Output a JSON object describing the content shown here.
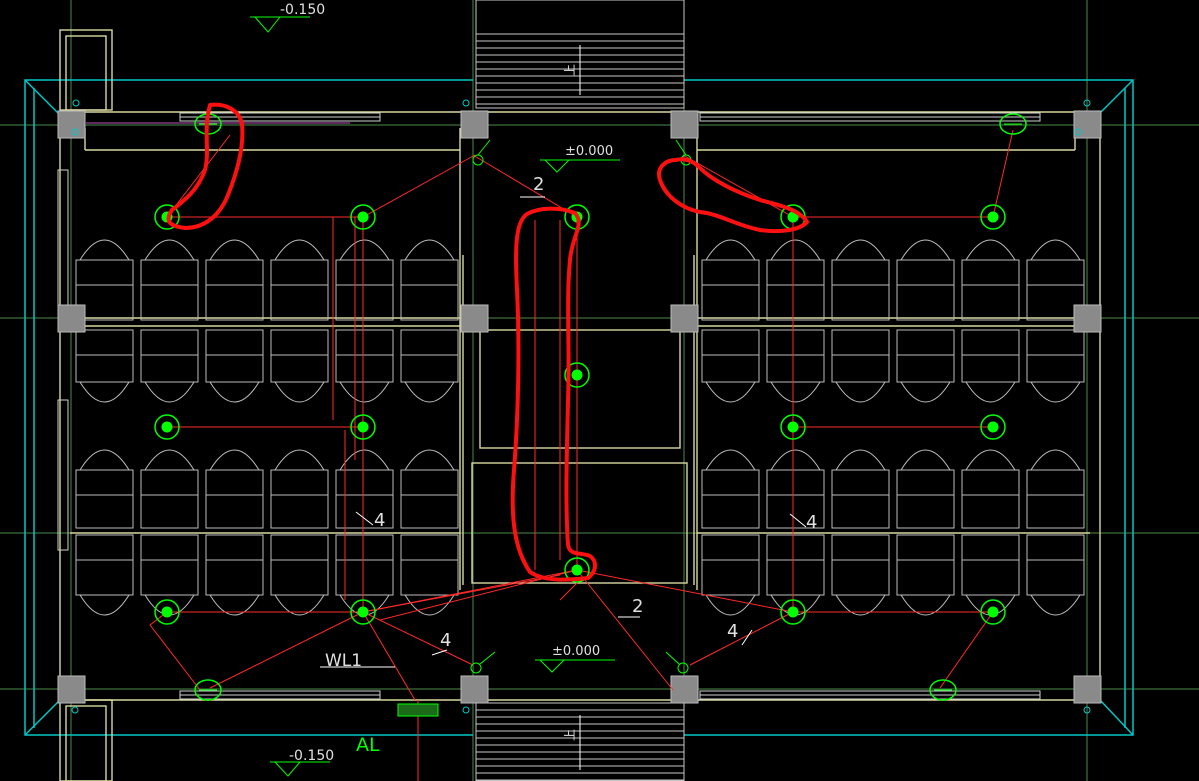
{
  "labels": {
    "level_top": "-0.150",
    "level_bottom": "-0.150",
    "level_mid_top": "±0.000",
    "level_mid_bottom": "±0.000",
    "circuit_top": "2",
    "circuit_bottom": "2",
    "wires_left": "4",
    "wires_right": "4",
    "wires_bottom_left": "4",
    "wires_bottom_right": "4",
    "circuit_name": "WL1",
    "panel_name": "AL",
    "stair_top_up": "上",
    "stair_bottom_up": "上"
  },
  "colors": {
    "background": "#000000",
    "wall": "#d8d8a0",
    "outline": "#00c8c8",
    "column": "#808080",
    "furniture": "#c8c8c8",
    "wiring": "#ff2020",
    "fixture": "#00ff00",
    "markup": "#ff1010",
    "text": "#e0e0e0",
    "text_green": "#00ff00",
    "grid": "#6ab06a"
  }
}
